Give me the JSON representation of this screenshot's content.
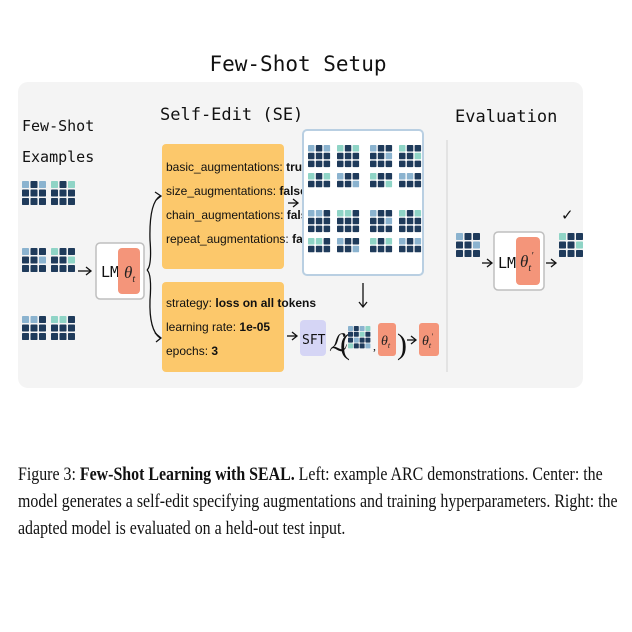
{
  "title": "Few-Shot Setup",
  "sections": {
    "few_shot_line1": "Few-Shot",
    "few_shot_line2": "Examples",
    "self_edit": "Self-Edit (SE)",
    "evaluation": "Evaluation"
  },
  "lm_label": "LM",
  "theta_t": "θ",
  "theta_sub": "t",
  "theta_prime": "θ′",
  "sft_label": "SFT",
  "loss_symbol": "ℒ",
  "check_mark": "✓",
  "augment_box": [
    {
      "key": "basic_augmentations: ",
      "value": "true"
    },
    {
      "key": "size_augmentations: ",
      "value": "false"
    },
    {
      "key": "chain_augmentations: ",
      "value": "false"
    },
    {
      "key": "repeat_augmentations: ",
      "value": "false"
    }
  ],
  "train_box": [
    {
      "key": "strategy: ",
      "value": "loss on all tokens"
    },
    {
      "key": "learning rate: ",
      "value": "1e-05"
    },
    {
      "key": "epochs: ",
      "value": "3"
    }
  ],
  "caption": {
    "prefix": "Figure 3: ",
    "bold": "Few-Shot Learning with SEAL.",
    "text": " Left: example ARC demonstrations. Center: the model generates a self-edit specifying augmentations and training hyperparameters. Right: the adapted model is evaluated on a held-out test input."
  },
  "colors": {
    "panel_bg": "#f4f4f4",
    "dark_navy": "#1f3b5b",
    "light_blue": "#8bb3cf",
    "teal": "#8fd4c6",
    "orange_box": "#fcc86b",
    "lm_orange": "#f4957a",
    "sft_purple": "#d5d5f5",
    "frame_blue": "#b9cfe2"
  }
}
